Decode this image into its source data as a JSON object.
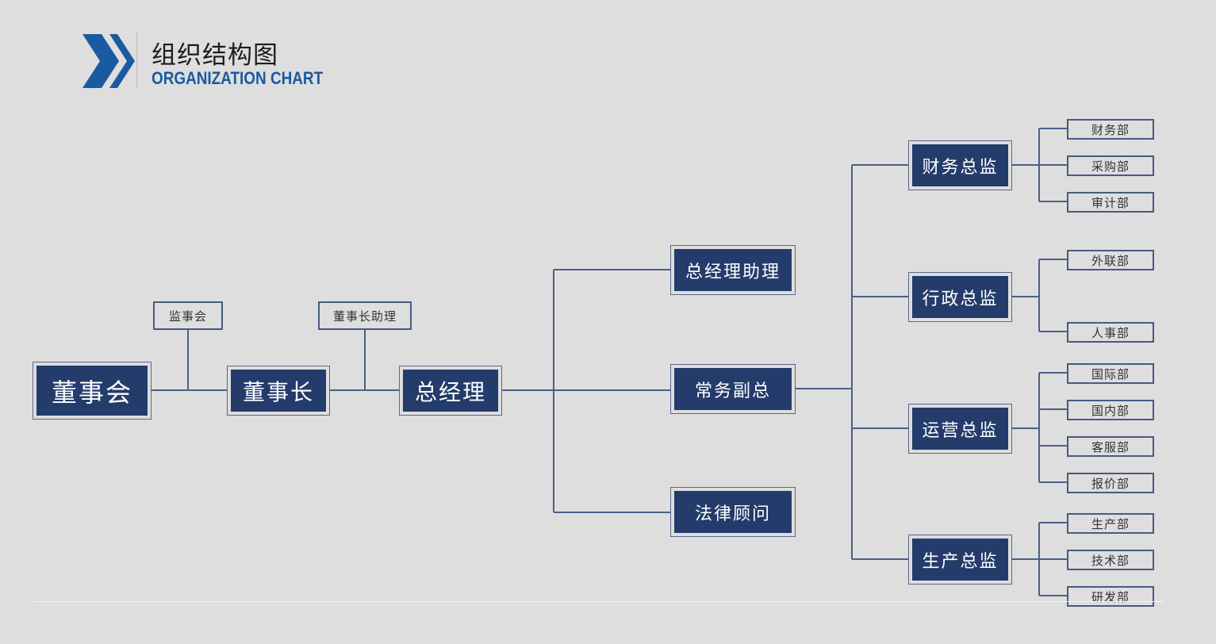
{
  "header": {
    "title_cn": "组织结构图",
    "title_en": "ORGANIZATION CHART"
  },
  "colors": {
    "background": "#dedede",
    "node_fill": "#243c6b",
    "line": "#4b5f86",
    "accent": "#1a5aa0"
  },
  "org": {
    "board": "董事会",
    "supervisors": "监事会",
    "chairman": "董事长",
    "chairman_assistant": "董事长助理",
    "general_manager": "总经理",
    "gm_assistant": "总经理助理",
    "executive_vp": "常务副总",
    "legal_counsel": "法律顾问",
    "directors": [
      {
        "title": "财务总监",
        "departments": [
          "财务部",
          "采购部",
          "审计部"
        ]
      },
      {
        "title": "行政总监",
        "departments": [
          "外联部",
          "人事部"
        ]
      },
      {
        "title": "运营总监",
        "departments": [
          "国际部",
          "国内部",
          "客服部",
          "报价部"
        ]
      },
      {
        "title": "生产总监",
        "departments": [
          "生产部",
          "技术部",
          "研发部"
        ]
      }
    ]
  }
}
